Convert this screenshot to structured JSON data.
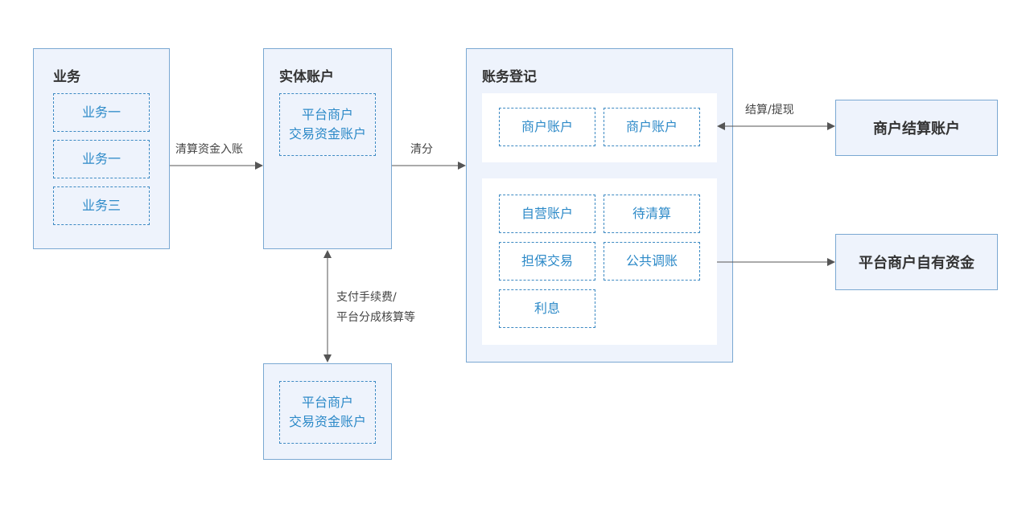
{
  "business": {
    "title": "业务",
    "items": [
      "业务一",
      "业务一",
      "业务三"
    ]
  },
  "entity_account": {
    "title": "实体账户",
    "item_line1": "平台商户",
    "item_line2": "交易资金账户"
  },
  "bottom_account": {
    "item_line1": "平台商户",
    "item_line2": "交易资金账户"
  },
  "ledger": {
    "title": "账务登记",
    "group1": [
      "商户账户",
      "商户账户"
    ],
    "group2": [
      "自营账户",
      "待清算",
      "担保交易",
      "公共调账",
      "利息"
    ]
  },
  "edges": {
    "business_to_entity": "清算资金入账",
    "entity_to_ledger": "清分",
    "entity_bottom_line1": "支付手续费/",
    "entity_bottom_line2": "平台分成核算等",
    "ledger_to_settlement": "结算/提现"
  },
  "targets": {
    "settlement": "商户结算账户",
    "own_funds": "平台商户自有资金"
  },
  "colors": {
    "panel_bg": "#eef3fc",
    "panel_border": "#7aa8d2",
    "item_text": "#2d8ac8",
    "arrow": "#555555"
  }
}
